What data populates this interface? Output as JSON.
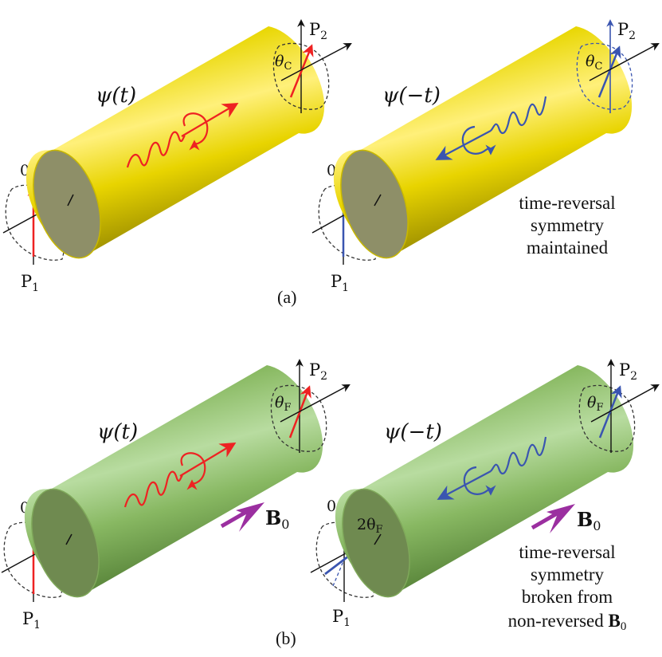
{
  "figure": {
    "panels": [
      {
        "id": "a",
        "caption": "(a)",
        "material": "yellow",
        "cylinder_color": "#e6d400",
        "end_face_color": "#8e8f68",
        "left": {
          "wave_label": "ψ(t)",
          "wave_color": "#ee2222",
          "direction": "forward",
          "input_label_zero": "0",
          "input_label": "P",
          "input_sub": "1",
          "output_label": "P",
          "output_sub": "2",
          "angle_label": "θ",
          "angle_sub": "C"
        },
        "right": {
          "wave_label": "ψ(−t)",
          "wave_color": "#3a55b0",
          "direction": "backward",
          "input_label_zero": "0",
          "input_label": "P",
          "input_sub": "1",
          "output_label": "P",
          "output_sub": "2",
          "angle_label": "θ",
          "angle_sub": "C",
          "note_lines": [
            "time-reversal",
            "symmetry",
            "maintained"
          ]
        }
      },
      {
        "id": "b",
        "caption": "(b)",
        "material": "green",
        "cylinder_color": "#8fc46a",
        "end_face_color": "#6f8a50",
        "field_label": "B",
        "field_sub": "0",
        "field_color": "#9b2fa0",
        "left": {
          "wave_label": "ψ(t)",
          "wave_color": "#ee2222",
          "direction": "forward",
          "input_label_zero": "0",
          "input_label": "P",
          "input_sub": "1",
          "output_label": "P",
          "output_sub": "2",
          "angle_label": "θ",
          "angle_sub": "F"
        },
        "right": {
          "wave_label": "ψ(−t)",
          "wave_color": "#3a55b0",
          "direction": "backward",
          "input_label_zero": "0",
          "input_label": "P",
          "input_sub": "1",
          "output_label": "P",
          "output_sub": "2",
          "angle_label": "θ",
          "angle_sub": "F",
          "input_angle_label": "2θ",
          "input_angle_sub": "F",
          "note_lines": [
            "time-reversal",
            "symmetry",
            "broken from",
            "non-reversed "
          ],
          "note_bold_tail": "B",
          "note_bold_sub": "0"
        }
      }
    ]
  }
}
